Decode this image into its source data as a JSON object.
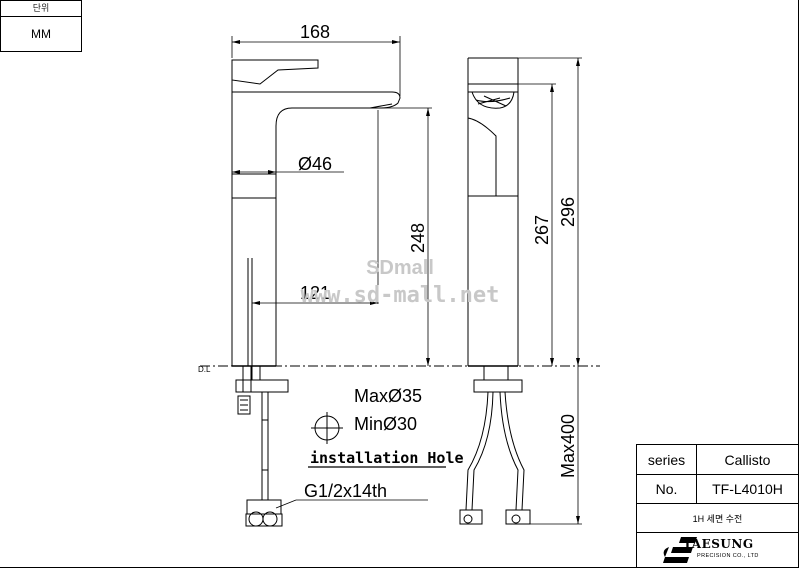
{
  "unit": {
    "header": "단위",
    "value": "MM"
  },
  "dimensions": {
    "width_top": "168",
    "diameter_body": "Ø46",
    "height_spout": "248",
    "reach": "121",
    "height_side": "267",
    "height_total": "296",
    "hose_max": "Max400",
    "datum": "D.L"
  },
  "installation": {
    "max_hole": "MaxØ35",
    "min_hole": "MinØ30",
    "label": "installation Hole",
    "thread": "G1/2x14th"
  },
  "watermark": {
    "line1": "SDmall",
    "line2": "www.sd-mall.net"
  },
  "title_block": {
    "series_label": "series",
    "series_value": "Callisto",
    "no_label": "No.",
    "no_value": "TF-L4010H",
    "description": "1H 세면 수전",
    "company": "TAESUNG",
    "company_sub": "PRECISION CO., LTD"
  }
}
